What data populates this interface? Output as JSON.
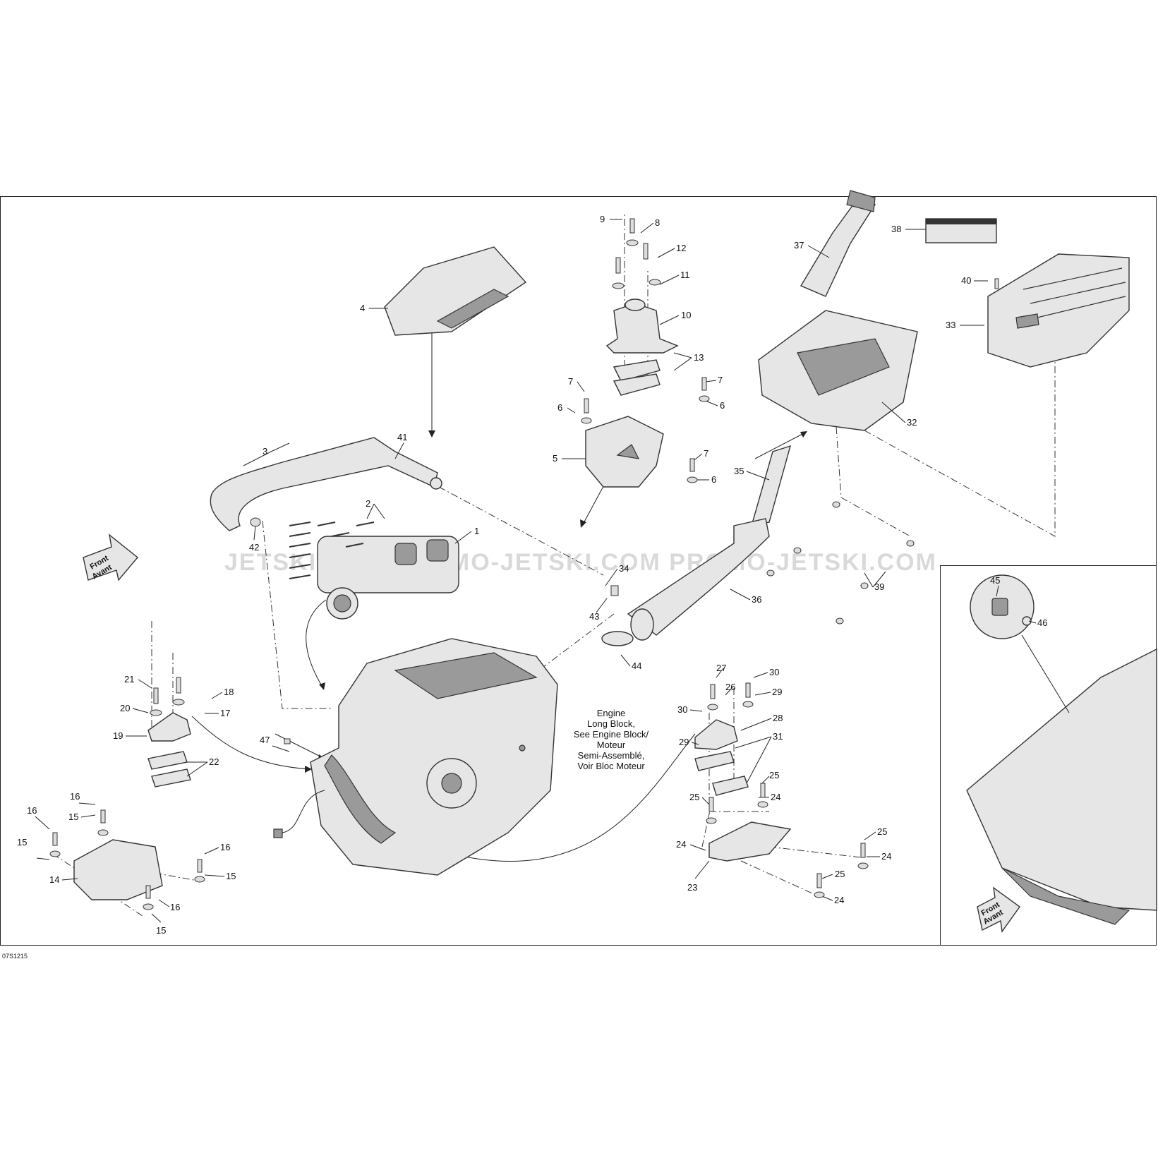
{
  "drawing_code": "07S1215",
  "watermark": "JETSKI.COM PROMO-JETSKI.COM PROMO-JETSKI.COM",
  "direction_arrow": {
    "line1": "Front",
    "line2": "Avant"
  },
  "engine_note": [
    "Engine",
    "Long Block,",
    "See Engine Block/",
    "Moteur",
    "Semi-Assemblé,",
    "Voir Bloc Moteur"
  ],
  "callouts": [
    {
      "n": "1"
    },
    {
      "n": "2"
    },
    {
      "n": "3"
    },
    {
      "n": "4"
    },
    {
      "n": "5"
    },
    {
      "n": "6"
    },
    {
      "n": "6"
    },
    {
      "n": "6"
    },
    {
      "n": "7"
    },
    {
      "n": "7"
    },
    {
      "n": "7"
    },
    {
      "n": "8"
    },
    {
      "n": "9"
    },
    {
      "n": "10"
    },
    {
      "n": "11"
    },
    {
      "n": "12"
    },
    {
      "n": "13"
    },
    {
      "n": "14"
    },
    {
      "n": "15"
    },
    {
      "n": "15"
    },
    {
      "n": "15"
    },
    {
      "n": "15"
    },
    {
      "n": "16"
    },
    {
      "n": "16"
    },
    {
      "n": "16"
    },
    {
      "n": "16"
    },
    {
      "n": "17"
    },
    {
      "n": "18"
    },
    {
      "n": "19"
    },
    {
      "n": "20"
    },
    {
      "n": "21"
    },
    {
      "n": "22"
    },
    {
      "n": "23"
    },
    {
      "n": "24"
    },
    {
      "n": "24"
    },
    {
      "n": "24"
    },
    {
      "n": "24"
    },
    {
      "n": "25"
    },
    {
      "n": "25"
    },
    {
      "n": "25"
    },
    {
      "n": "25"
    },
    {
      "n": "26"
    },
    {
      "n": "27"
    },
    {
      "n": "28"
    },
    {
      "n": "29"
    },
    {
      "n": "29"
    },
    {
      "n": "30"
    },
    {
      "n": "30"
    },
    {
      "n": "31"
    },
    {
      "n": "32"
    },
    {
      "n": "33"
    },
    {
      "n": "34"
    },
    {
      "n": "35"
    },
    {
      "n": "36"
    },
    {
      "n": "37"
    },
    {
      "n": "38"
    },
    {
      "n": "39"
    },
    {
      "n": "40"
    },
    {
      "n": "41"
    },
    {
      "n": "42"
    },
    {
      "n": "43"
    },
    {
      "n": "44"
    },
    {
      "n": "45"
    },
    {
      "n": "46"
    },
    {
      "n": "47"
    }
  ]
}
